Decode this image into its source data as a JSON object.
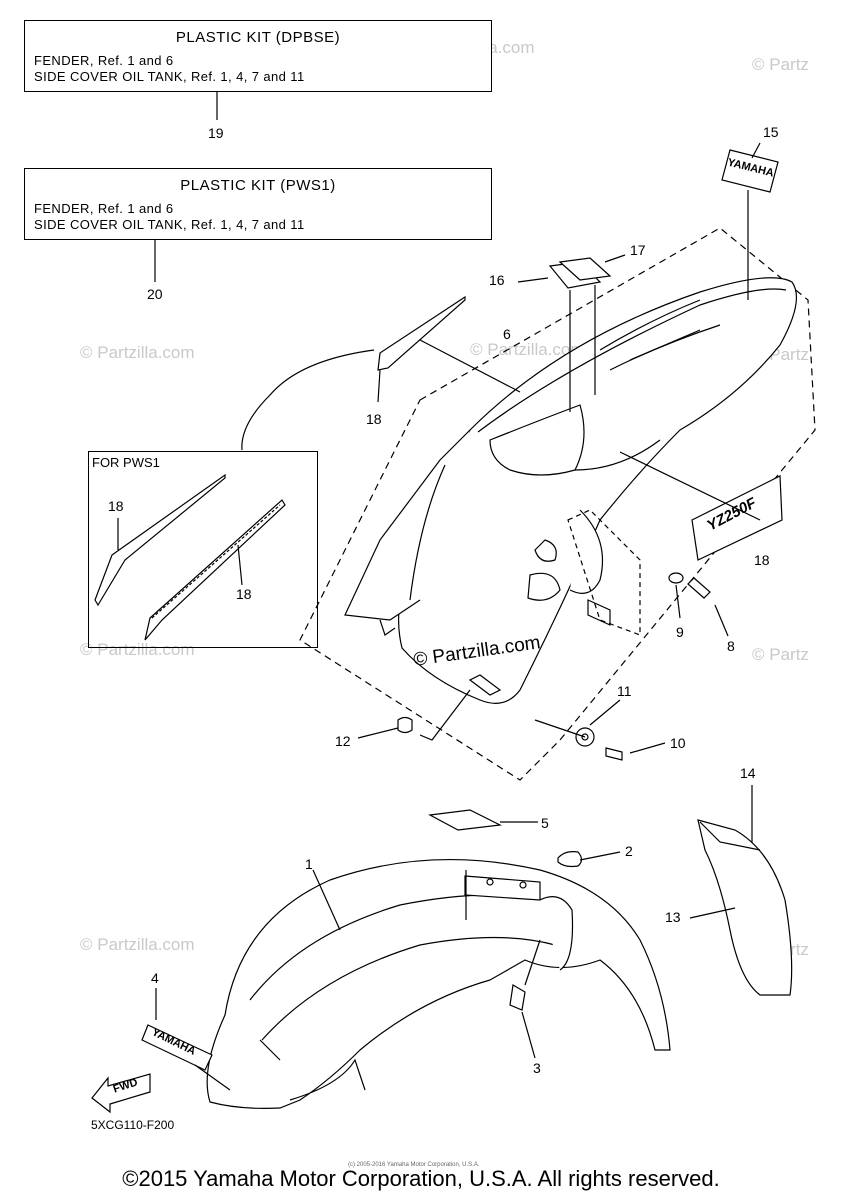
{
  "kits": [
    {
      "title": "PLASTIC KIT (DPBSE)",
      "line1": "FENDER, Ref. 1 and 6",
      "line2": "SIDE COVER OIL TANK, Ref. 1, 4, 7 and 11",
      "ref": "19"
    },
    {
      "title": "PLASTIC KIT (PWS1)",
      "line1": "FENDER, Ref. 1 and 6",
      "line2": "SIDE COVER OIL TANK, Ref. 1, 4, 7 and 11",
      "ref": "20"
    }
  ],
  "inset_label": "FOR PWS1",
  "callouts": {
    "c1": "1",
    "c2": "2",
    "c3": "3",
    "c4": "4",
    "c5": "5",
    "c6": "6",
    "c8": "8",
    "c9": "9",
    "c10": "10",
    "c11": "11",
    "c12": "12",
    "c13": "13",
    "c14": "14",
    "c15": "15",
    "c16": "16",
    "c17": "17",
    "c18a": "18",
    "c18b": "18",
    "c18c": "18",
    "c18d": "18"
  },
  "decal_text": {
    "yamaha_top": "YAMAHA",
    "yz": "YZ250F",
    "yamaha_front": "YAMAHA",
    "fwd": "FWD"
  },
  "watermark": "© Partzilla.com",
  "watermark_partial": "© Partz",
  "center_watermark": "© Partzilla.com",
  "part_code": "5XCG110-F200",
  "tiny_copyright": "(c) 2005-2016 Yamaha Motor Corporation, U.S.A.",
  "footer": "©2015 Yamaha Motor Corporation, U.S.A. All rights reserved."
}
